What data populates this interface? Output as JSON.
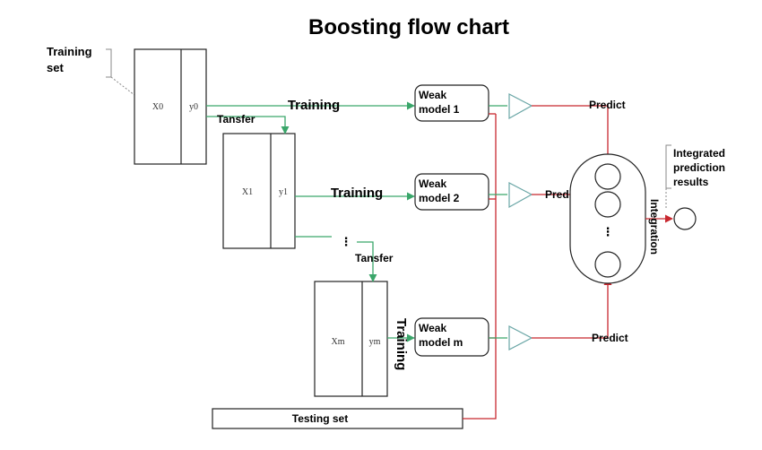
{
  "title": "Boosting flow chart",
  "training_set_label": [
    "Training",
    "set"
  ],
  "datasets": [
    {
      "x": "X0",
      "y": "y0"
    },
    {
      "x": "X1",
      "y": "y1"
    },
    {
      "x": "Xm",
      "y": "ym"
    }
  ],
  "training_label": "Training",
  "transfer_label": "Tansfer",
  "ellipsis": "⋮",
  "weak_models": [
    [
      "Weak",
      "model 1"
    ],
    [
      "Weak",
      "model 2"
    ],
    [
      "Weak",
      "model m"
    ]
  ],
  "predict_label": "Predict",
  "integration_label": "Integration",
  "integrated_results_label": [
    "Integrated",
    "prediction",
    "results"
  ],
  "testing_set_label": "Testing set"
}
